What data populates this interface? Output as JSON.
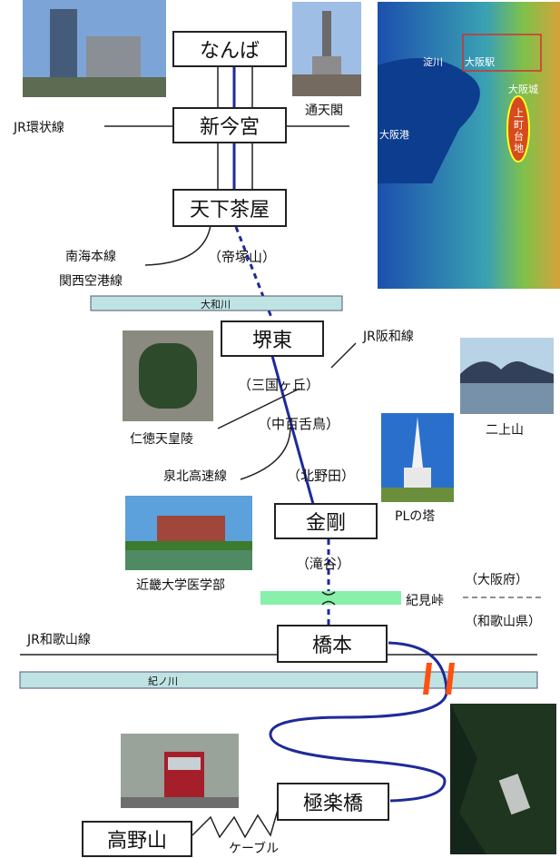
{
  "stations": {
    "namba": "なんば",
    "shin_imamiya": "新今宮",
    "tengachaya": "天下茶屋",
    "sakaihigashi": "堺東",
    "kongo": "金剛",
    "hashimoto": "橋本",
    "gokurakubashi": "極楽橋",
    "koyasan": "高野山"
  },
  "passing": {
    "teizukayama": "（帝塚山）",
    "mikunigaoka": "（三国ヶ丘）",
    "nakamozu": "（中百舌鳥）",
    "kitanoda": "（北野田）",
    "takidani": "（滝谷）"
  },
  "lines": {
    "jr_loop": "JR環状線",
    "nankai_main": "南海本線",
    "kansai_airport": "関西空港線",
    "jr_hanwa": "JR阪和線",
    "semboku": "泉北高速線",
    "jr_wakayama": "JR和歌山線",
    "cable": "ケーブル"
  },
  "rivers": {
    "yamato": "大和川",
    "kino": "紀ノ川"
  },
  "places": {
    "tsutenkaku": "通天閣",
    "nintoku": "仁徳天皇陵",
    "nijosan": "二上山",
    "pl_tower": "PLの塔",
    "kindai": "近畿大学医学部",
    "kimitoge": "紀見峠",
    "osaka_pref": "（大阪府）",
    "wakayama_pref": "（和歌山県）"
  },
  "map": {
    "yodogawa": "淀川",
    "osaka_station": "大阪駅",
    "osaka_castle": "大阪城",
    "osaka_port": "大阪港",
    "uemachi": "上町台地"
  },
  "colors": {
    "track": "#1e2a9a",
    "river": "#bfe3e3",
    "tunnel": "#88f0a8",
    "bridge": "#ff5010"
  }
}
